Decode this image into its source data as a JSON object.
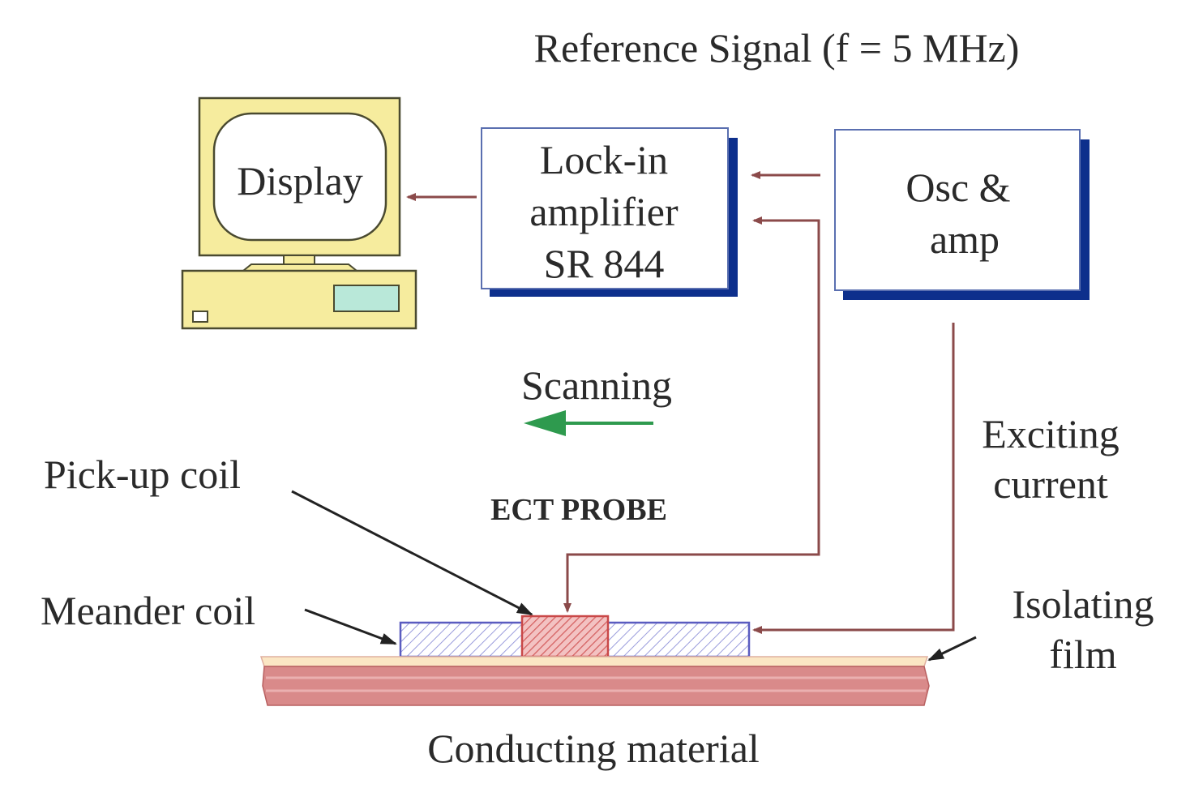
{
  "reference_signal": "Reference Signal (f = 5 MHz)",
  "display": {
    "label": "Display"
  },
  "lockin": {
    "line1": "Lock-in",
    "line2": "amplifier",
    "line3": "SR 844"
  },
  "osc": {
    "line1": "Osc &",
    "line2": "amp"
  },
  "scanning": "Scanning",
  "exciting": {
    "line1": "Exciting",
    "line2": "current"
  },
  "pickup_coil": "Pick-up coil",
  "ect_probe": "ECT PROBE",
  "meander_coil": "Meander coil",
  "isolating": {
    "line1": "Isolating",
    "line2": "film"
  },
  "conducting": "Conducting material",
  "colors": {
    "signal_line": "#8b4a4a",
    "scan_arrow": "#2e9a4e",
    "box_shadow": "#0d2f8c",
    "box_border": "#5a6fb0",
    "computer_fill": "#f6ec9e",
    "pickup_fill": "#e8a0a0",
    "meander_hatch": "#8d8fd6",
    "conductor": "#d98a8a"
  }
}
